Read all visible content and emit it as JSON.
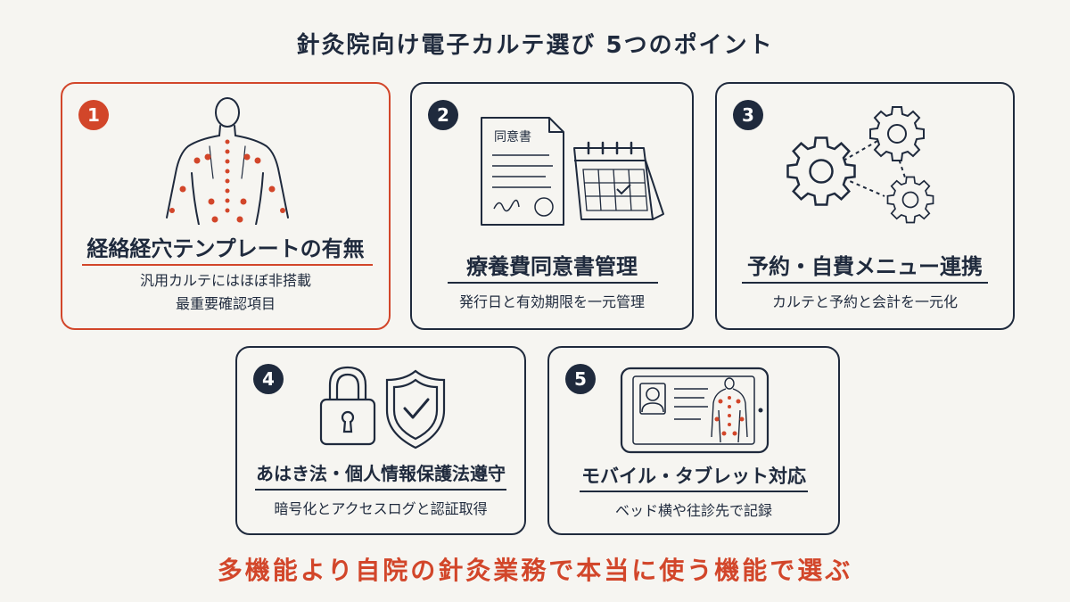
{
  "title": "針灸院向け電子カルテ選び 5つのポイント",
  "cards": [
    {
      "number": "1",
      "heading": "経絡経穴テンプレートの有無",
      "lines": [
        "汎用カルテにはほぼ非搭載",
        "最重要確認項目"
      ],
      "icon": "body-acupoints-icon"
    },
    {
      "number": "2",
      "heading": "療養費同意書管理",
      "lines": [
        "発行日と有効期限を一元管理"
      ],
      "icon": "consent-document-calendar-icon",
      "doc_label": "同意書"
    },
    {
      "number": "3",
      "heading": "予約・自費メニュー連携",
      "lines": [
        "カルテと予約と会計を一元化"
      ],
      "icon": "connected-gears-icon"
    },
    {
      "number": "4",
      "heading": "あはき法・個人情報保護法遵守",
      "lines": [
        "暗号化とアクセスログと認証取得"
      ],
      "icon": "lock-shield-icon"
    },
    {
      "number": "5",
      "heading": "モバイル・タブレット対応",
      "lines": [
        "ベッド横や往診先で記録"
      ],
      "icon": "tablet-icon"
    }
  ],
  "footer": "多機能より自院の針灸業務で本当に使う機能で選ぶ",
  "colors": {
    "accent": "#d2462a",
    "ink": "#1f2a3d",
    "background": "#f6f5f1"
  }
}
